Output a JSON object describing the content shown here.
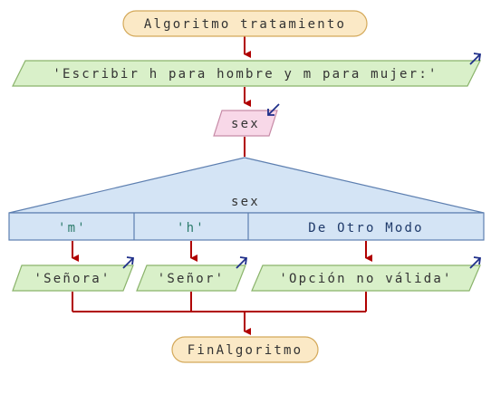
{
  "diagram": {
    "start": "Algoritmo tratamiento",
    "output_prompt": "'Escribir h para hombre y m para mujer:'",
    "input_var": "sex",
    "switch_var": "sex",
    "cases": [
      "'m'",
      "'h'",
      "De Otro Modo"
    ],
    "case_outputs": [
      "'Señora'",
      "'Señor'",
      "'Opción no válida'"
    ],
    "end": "FinAlgoritmo"
  },
  "colors": {
    "arrow": "#b00000",
    "terminal_fill": "#fbe9c6",
    "terminal_stroke": "#d4a95a",
    "io_fill": "#d9f0c9",
    "io_stroke": "#8ab36b",
    "input_fill": "#f8d8e8",
    "input_stroke": "#c68aa6",
    "switch_fill": "#d4e4f5",
    "switch_stroke": "#5d7fb0",
    "io_arrow_icon": "#1f2f8a"
  },
  "icons": [
    "output-arrow-icon",
    "input-arrow-icon"
  ]
}
